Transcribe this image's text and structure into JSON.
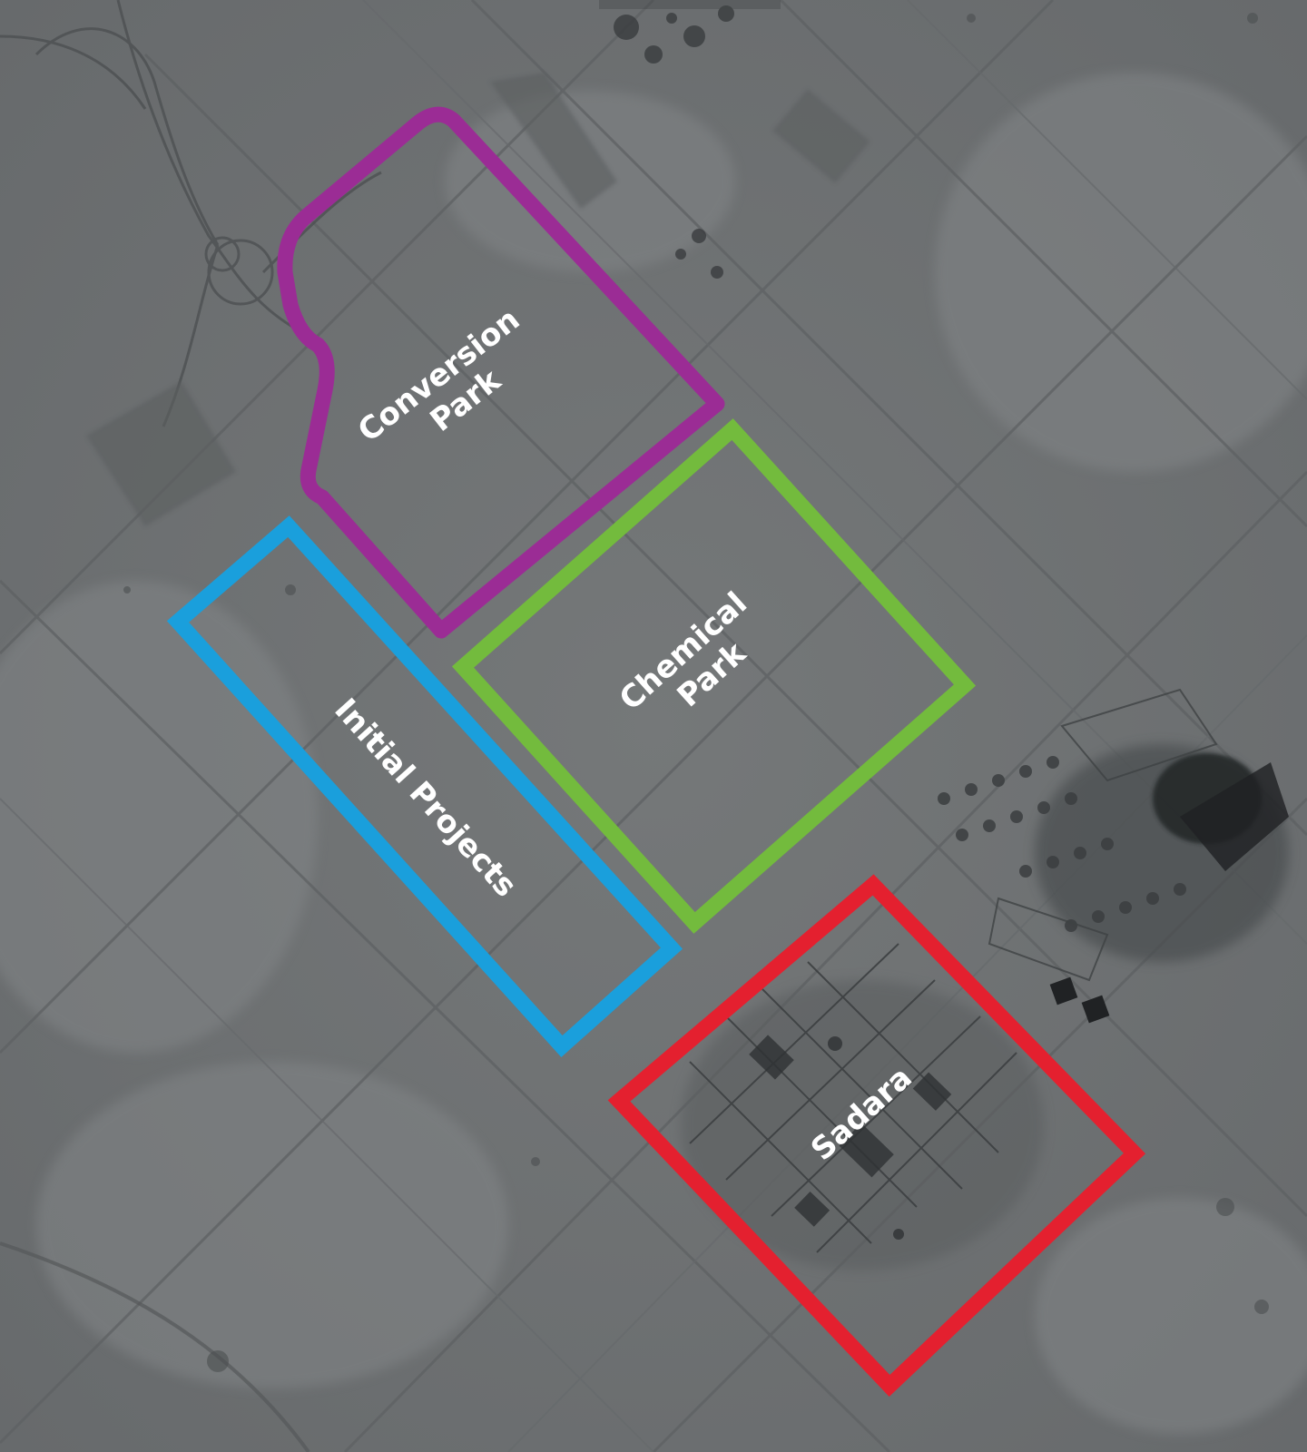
{
  "zones": [
    {
      "key": "conversion",
      "label_lines": [
        "Conversion",
        "Park"
      ],
      "color": "#9b2c95"
    },
    {
      "key": "chemical",
      "label_lines": [
        "Chemical",
        "Park"
      ],
      "color": "#73bb3d"
    },
    {
      "key": "initial",
      "label_lines": [
        "Initial Projects"
      ],
      "color": "#1a9fdc"
    },
    {
      "key": "sadara",
      "label_lines": [
        "Sadara"
      ],
      "color": "#e4202f"
    }
  ],
  "background_colors": {
    "base": "#6f7274",
    "light": "#7d8082",
    "dark": "#2b2d2f"
  }
}
